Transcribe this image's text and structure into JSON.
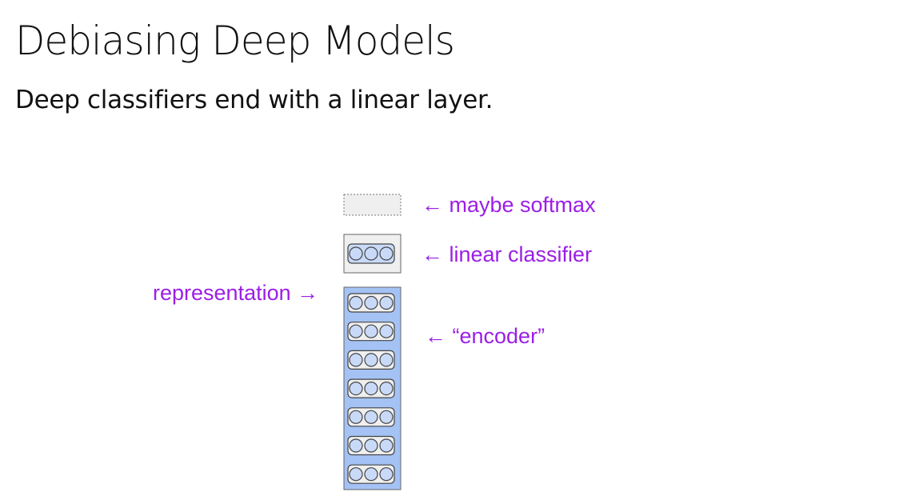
{
  "slide": {
    "title": "Debiasing Deep Models",
    "subtitle": "Deep classifiers end with a linear layer."
  },
  "diagram": {
    "labels": {
      "softmax": "← maybe softmax",
      "linear": "← linear classifier",
      "representation": "representation →",
      "encoder": "← “encoder”"
    },
    "encoder_layer_count": 7,
    "colors": {
      "label": "#9b1ee6",
      "encoder_fill": "#a4c2f4",
      "box_fill": "#efefef",
      "neuron_fill": "#c9daf8",
      "stroke": "#666666"
    }
  }
}
